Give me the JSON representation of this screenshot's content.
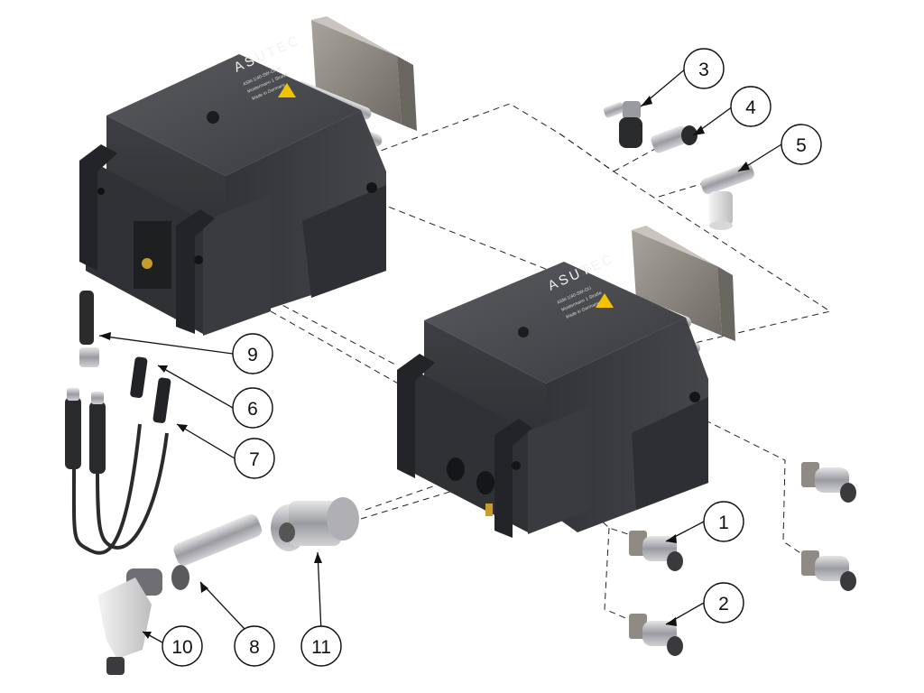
{
  "figure": {
    "brand": "ASUTEC",
    "units": [
      {
        "model": "ASM-1/40-SW-GK-E",
        "note1": "Mustermann 1 Straße",
        "note2": "Made in Germany"
      },
      {
        "model": "ASM-1/40-SW-GU",
        "note1": "Mustermann 1 Straße",
        "note2": "Made in Germany"
      }
    ],
    "callouts": [
      "1",
      "2",
      "3",
      "4",
      "5",
      "6",
      "7",
      "8",
      "9",
      "10",
      "11"
    ]
  },
  "colors": {
    "housing": "#3b3c3f",
    "housing_dark": "#2b2c2f",
    "housing_light": "#4a4b4f",
    "plate": "#8f8b84",
    "metal": "#c8c8cc",
    "warning": "#f2c400",
    "brass": "#c99a2e"
  }
}
